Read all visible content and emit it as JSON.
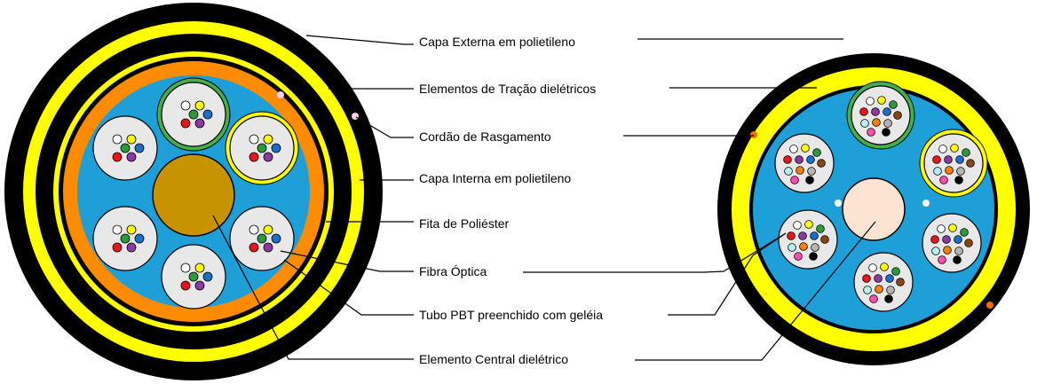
{
  "labels": {
    "outer_jacket": "Capa Externa em polietileno",
    "strength_members": "Elementos de Tração dielétricos",
    "ripcord": "Cordão de Rasgamento",
    "inner_jacket": "Capa Interna em polietileno",
    "polyester_tape": "Fita de Poliéster",
    "optical_fiber": "Fibra Óptica",
    "pbt_tube": "Tubo PBT preenchido com geléia",
    "central_element": "Elemento Central dielétrico"
  },
  "colors": {
    "jacket": "#000000",
    "strength": "#ffff00",
    "armor": "#ff8c00",
    "gel": "#1e9fd8",
    "tube_fill": "#e8e8e8",
    "tube_green": "#44b04a",
    "tube_yellow": "#ffff00",
    "central_left": "#c79400",
    "central_right": "#fde4d2",
    "ripcord": "#ff6a00"
  },
  "fiber_colors_6": [
    "#ffffff",
    "#ffff00",
    "#1a6fc9",
    "#2a9a3a",
    "#e8161b",
    "#8a3aa0"
  ],
  "fiber_colors_12": [
    "#ffffff",
    "#ffff00",
    "#2a9a3a",
    "#e8161b",
    "#8a3aa0",
    "#1a6fc9",
    "#8b4513",
    "#b8eff0",
    "#ff7f00",
    "#b5b5b5",
    "#ff4fb0",
    "#000000"
  ]
}
